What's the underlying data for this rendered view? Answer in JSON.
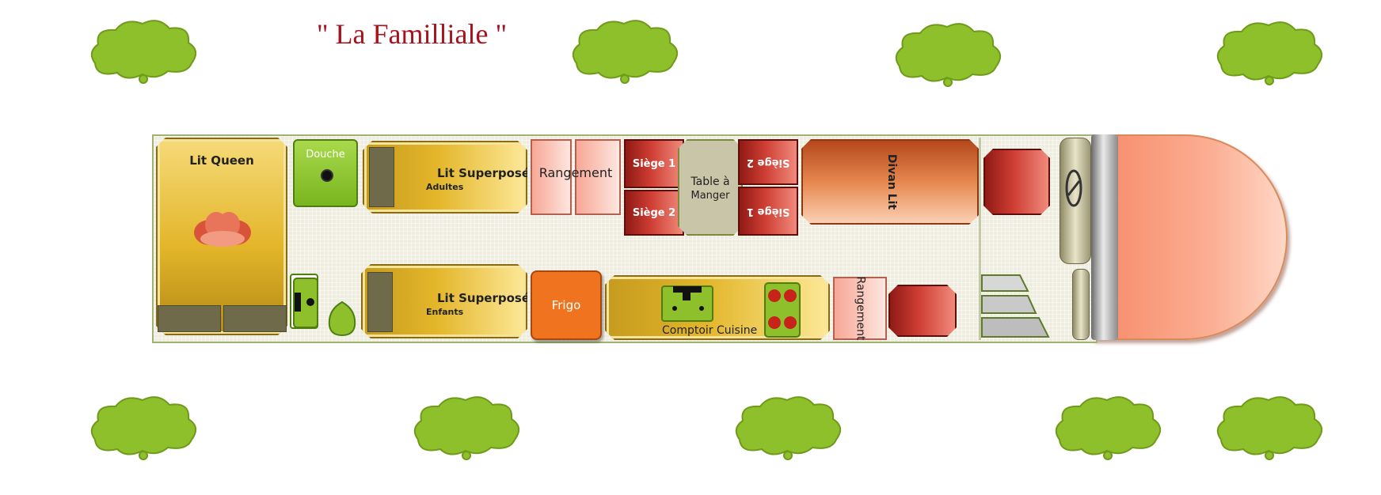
{
  "title": "\"  La Familliale  \"",
  "rooms": {
    "lit_queen": "Lit Queen",
    "douche": "Douche",
    "lit_superpose_adultes": {
      "label": "Lit Superposé",
      "sub": "Adultes"
    },
    "lit_superpose_enfants": {
      "label": "Lit Superposé",
      "sub": "Enfants"
    },
    "rangement_1": "Rangement",
    "rangement_2": "Rangement",
    "siege_1_left": "Siège 1",
    "siege_2_left": "Siège 2",
    "table": {
      "line1": "Table à",
      "line2": "Manger"
    },
    "siege_2_right": "Siège 2",
    "siege_1_right": "Siège 1",
    "divan_lit": "Divan Lit",
    "frigo": "Frigo",
    "comptoir": "Comptoir Cuisine"
  },
  "colors": {
    "title": "#a8121c",
    "tree": "#8dc02b",
    "gold": "#e3b62a",
    "red": "#cf3e34",
    "frigo": "#f0731f",
    "nose": "#f78a68"
  },
  "icons": [
    "tree-icon",
    "flower-icon",
    "drain-icon",
    "sink-icon",
    "toilet-icon",
    "stove-icon",
    "steering-wheel-icon",
    "stairs-icon"
  ]
}
